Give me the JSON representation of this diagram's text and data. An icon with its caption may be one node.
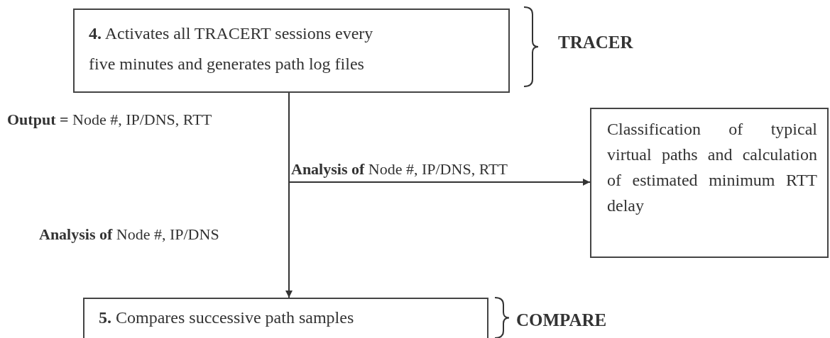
{
  "diagram": {
    "nodes": [
      {
        "text": [
          "**4.** Activates all TRACERT sessions every five minutes and generates path log files"
        ],
        "beside": [
          "TRACER"
        ]
      },
      {
        "text": [
          "Classification of typical virtual paths and calculation of estimated minimum RTT delay"
        ]
      },
      {
        "text": [
          "**5.** Compares successive path samples"
        ],
        "beside": [
          "COMPARE"
        ]
      }
    ],
    "edges": [
      {
        "from": 0,
        "to": 1,
        "arrow": "to",
        "label": "**Analysis of** Node #, IP/DNS, RTT"
      },
      {
        "from": 0,
        "to": 2,
        "arrow": "to",
        "label": "**Analysis of** Node #, IP/DNS"
      }
    ],
    "labels": [
      "**Output =** Node #, IP/DNS, RTT"
    ]
  }
}
